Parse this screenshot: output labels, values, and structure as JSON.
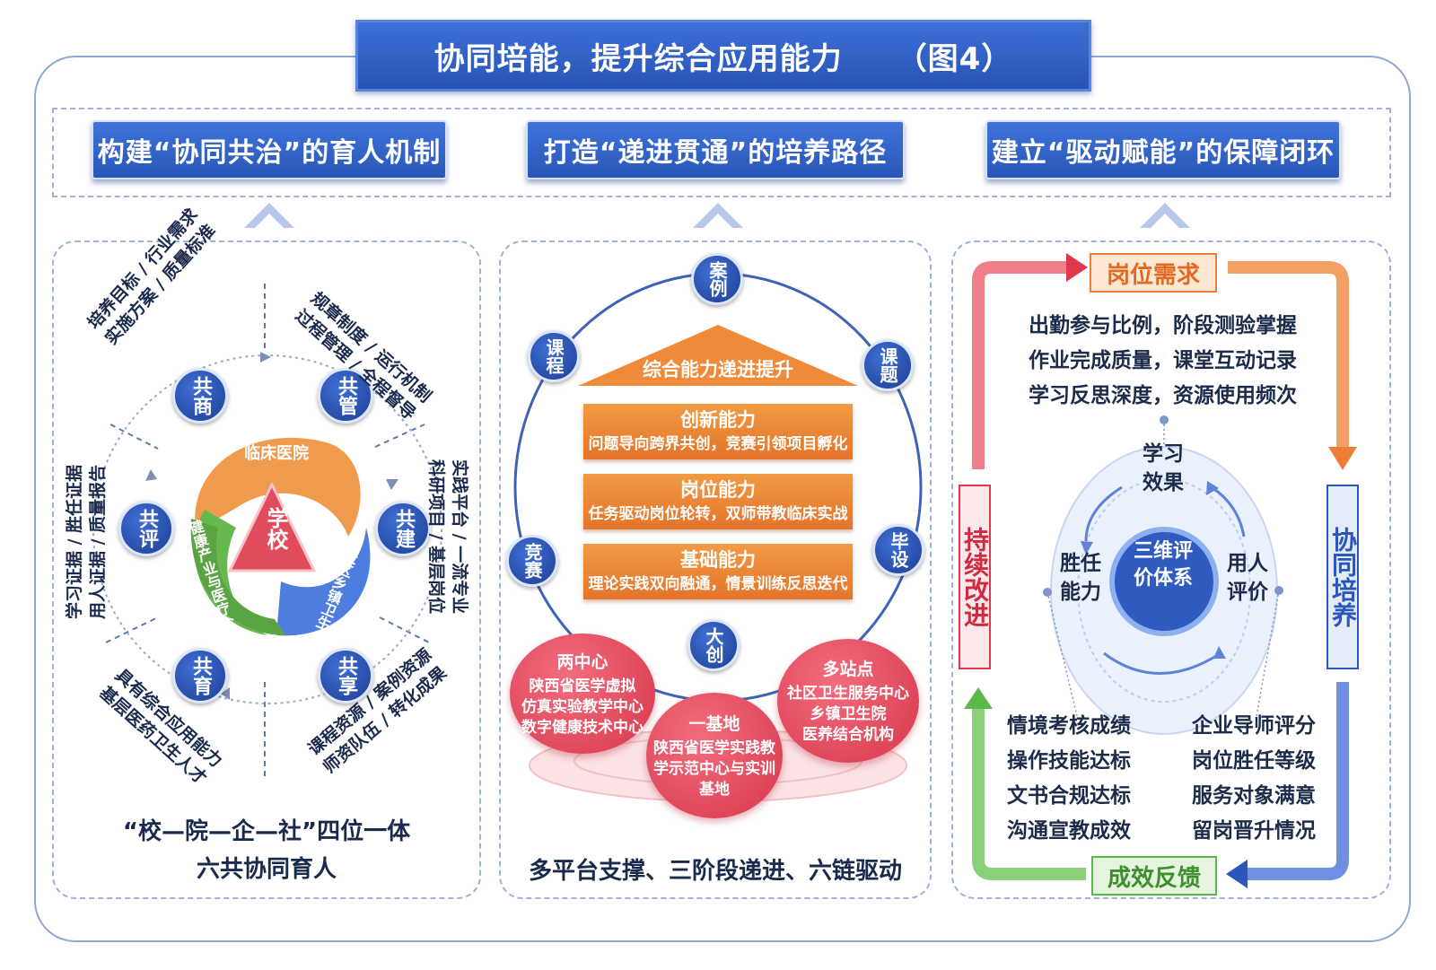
{
  "title": {
    "main": "协同培能，提升综合应用能力",
    "tag": "（图4）"
  },
  "headers": [
    "构建“协同共治”的育人机制",
    "打造“递进贯通”的培养路径",
    "建立“驱动赋能”的保障闭环"
  ],
  "left": {
    "center": "学校",
    "petals": {
      "top": "临床医院",
      "left": "健康产业与医疗企业",
      "right": "社区乡镇卫生中心"
    },
    "nodes": {
      "shang": "共商",
      "guan": "共管",
      "jian": "共建",
      "xiang": "共享",
      "yu": "共育",
      "ping": "共评"
    },
    "labels": {
      "shang": [
        "培养目标 / 行业需求",
        "实施方案 / 质量标准"
      ],
      "guan": [
        "规章制度 / 运行机制",
        "过程管理 / 全程督导"
      ],
      "jian": [
        "实践平台 / 一流专业",
        "科研项目 / 基层岗位"
      ],
      "xiang": [
        "课程资源 / 案例资源",
        "师资队伍 / 转化成果"
      ],
      "yu": [
        "具有综合应用能力",
        "基层医药卫生人才"
      ],
      "ping": [
        "学习证据 / 胜任证据",
        "用人证据 / 质量报告"
      ]
    },
    "caption": [
      "“校—院—企—社”四位一体",
      "六共协同育人"
    ]
  },
  "middle": {
    "nodes": {
      "anli": "案例",
      "keti": "课题",
      "bishe": "毕设",
      "dachuang": "大创",
      "jingsai": "竞赛",
      "kecheng": "课程"
    },
    "roof": "综合能力递进提升",
    "bars": [
      {
        "title": "创新能力",
        "sub": "问题导向跨界共创，竞赛引领项目孵化"
      },
      {
        "title": "岗位能力",
        "sub": "任务驱动岗位轮转，双师带教临床实战"
      },
      {
        "title": "基础能力",
        "sub": "理论实践双向融通，情景训练反思迭代"
      }
    ],
    "platforms": {
      "two": {
        "head": "两中心",
        "lines": [
          "陕西省医学虚拟",
          "仿真实验教学中心",
          "数字健康技术中心"
        ]
      },
      "one": {
        "head": "一基地",
        "lines": [
          "陕西省医学实践教",
          "学示范中心与实训",
          "基地"
        ]
      },
      "multi": {
        "head": "多站点",
        "lines": [
          "社区卫生服务中心",
          "乡镇卫生院",
          "医养结合机构"
        ]
      }
    },
    "caption": "多平台支撑、三阶段递进、六链驱动"
  },
  "right": {
    "top_label": "岗位需求",
    "bottom_label": "成效反馈",
    "left_label": "持续改进",
    "right_label": "协同培养",
    "top_metrics": [
      "出勤参与比例，阶段测验掌握",
      "作业完成质量，课堂互动记录",
      "学习反思深度，资源使用频次"
    ],
    "core": "三维评价体系",
    "ring": {
      "top": "学习效果",
      "left": "胜任能力",
      "right": "用人评价"
    },
    "bottom_left": [
      "情境考核成绩",
      "操作技能达标",
      "文书合规达标",
      "沟通宣教成效"
    ],
    "bottom_right": [
      "企业导师评分",
      "岗位胜任等级",
      "服务对象满意",
      "留岗晋升情况"
    ]
  },
  "colors": {
    "primary": "#2a57b9",
    "orange": "#ec7f35",
    "red": "#e0374c",
    "green": "#5cb84a",
    "pink": "#f26d7e"
  }
}
